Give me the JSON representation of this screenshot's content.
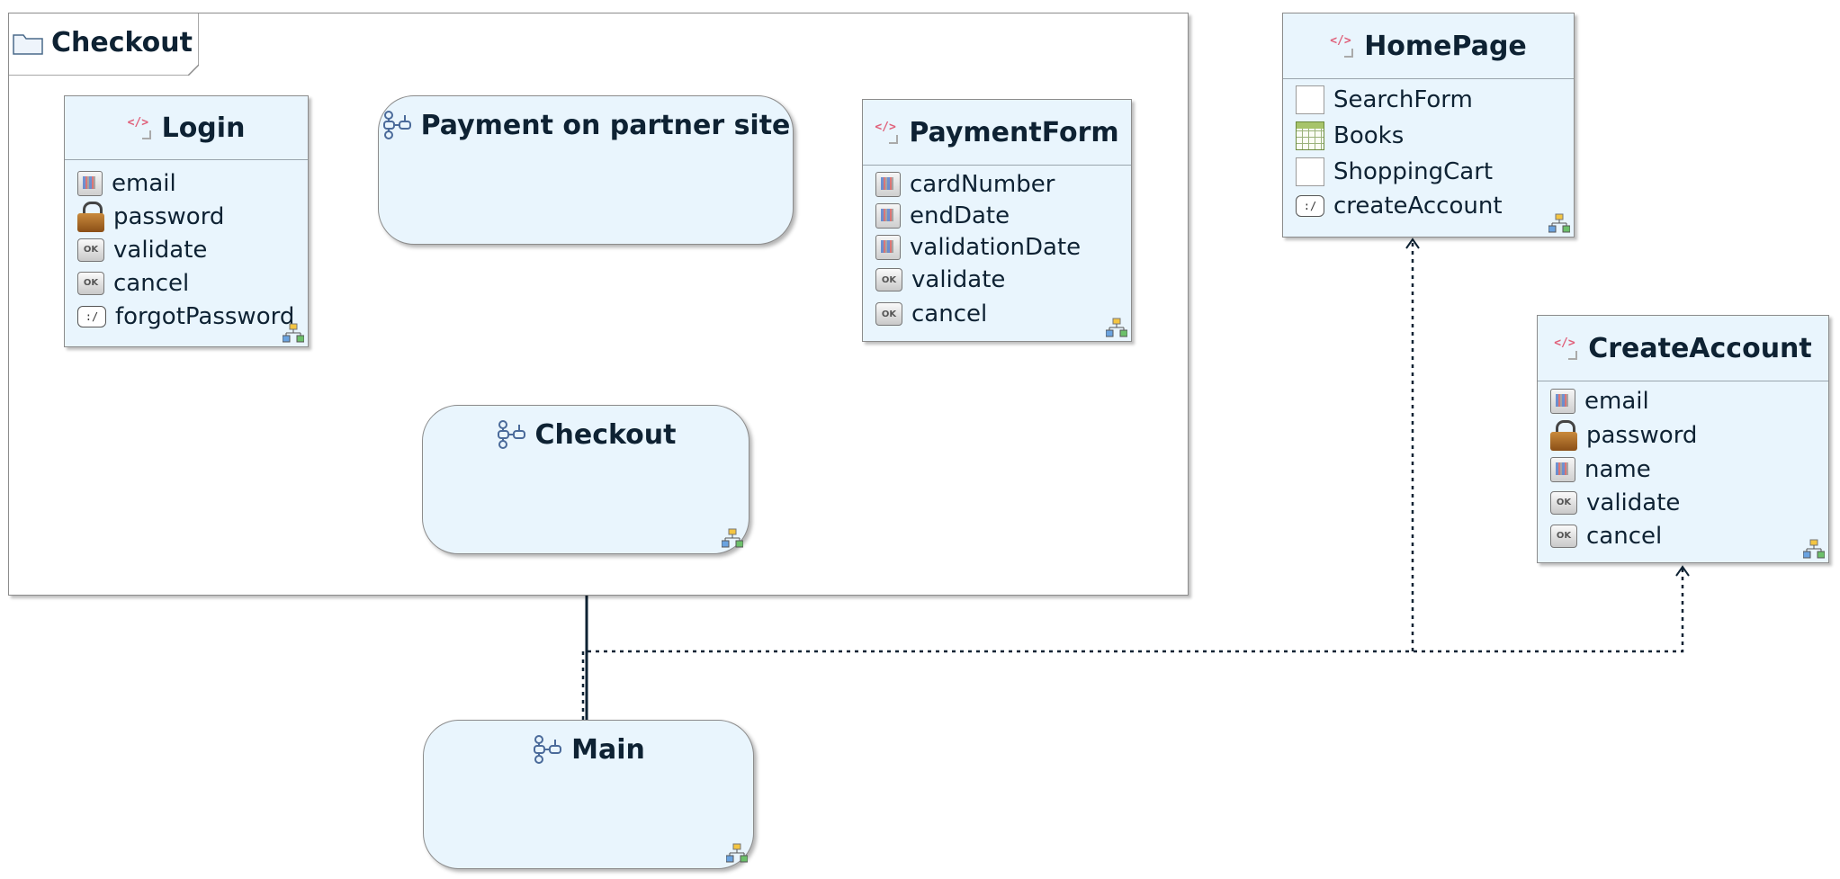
{
  "package": {
    "title": "Checkout"
  },
  "views": {
    "login": {
      "title": "Login",
      "items": [
        {
          "label": "email",
          "icon": "text-field-icon"
        },
        {
          "label": "password",
          "icon": "lock-icon"
        },
        {
          "label": "validate",
          "icon": "ok-button-icon"
        },
        {
          "label": "cancel",
          "icon": "ok-button-icon"
        },
        {
          "label": "forgotPassword",
          "icon": "link-icon"
        }
      ]
    },
    "payment_form": {
      "title": "PaymentForm",
      "items": [
        {
          "label": "cardNumber",
          "icon": "text-field-icon"
        },
        {
          "label": "endDate",
          "icon": "text-field-icon"
        },
        {
          "label": "validationDate",
          "icon": "text-field-icon"
        },
        {
          "label": "validate",
          "icon": "ok-button-icon"
        },
        {
          "label": "cancel",
          "icon": "ok-button-icon"
        }
      ]
    },
    "home_page": {
      "title": "HomePage",
      "items": [
        {
          "label": "SearchForm",
          "icon": "panel-icon"
        },
        {
          "label": "Books",
          "icon": "table-icon"
        },
        {
          "label": "ShoppingCart",
          "icon": "panel-icon"
        },
        {
          "label": "createAccount",
          "icon": "link-icon"
        }
      ]
    },
    "create_account": {
      "title": "CreateAccount",
      "items": [
        {
          "label": "email",
          "icon": "text-field-icon"
        },
        {
          "label": "password",
          "icon": "lock-icon"
        },
        {
          "label": "name",
          "icon": "text-field-icon"
        },
        {
          "label": "validate",
          "icon": "ok-button-icon"
        },
        {
          "label": "cancel",
          "icon": "ok-button-icon"
        }
      ]
    }
  },
  "flows": {
    "payment_partner": {
      "title": "Payment on partner site"
    },
    "checkout": {
      "title": "Checkout"
    },
    "main": {
      "title": "Main"
    }
  },
  "colors": {
    "node_fill": "#e9f5fd",
    "border": "#8c8c8c",
    "line": "#0e2233"
  }
}
